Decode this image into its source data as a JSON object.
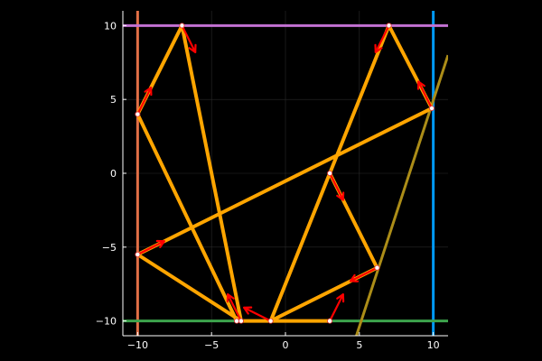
{
  "chart_data": {
    "type": "line",
    "title": "",
    "xlabel": "",
    "ylabel": "",
    "xlim": [
      -11,
      11
    ],
    "ylim": [
      -11,
      11
    ],
    "xticks": [
      -10,
      -5,
      0,
      5,
      10
    ],
    "xtick_labels": [
      "−10",
      "−5",
      "0",
      "5",
      "10"
    ],
    "yticks": [
      -10,
      -5,
      0,
      5,
      10
    ],
    "ytick_labels": [
      "−10",
      "−5",
      "0",
      "5",
      "10"
    ],
    "grid": true,
    "legend": "none",
    "background": "#000000",
    "walls": [
      {
        "color": "#e26f46",
        "points": [
          [
            -10,
            -11
          ],
          [
            -10,
            11
          ]
        ]
      },
      {
        "color": "#009af9",
        "points": [
          [
            10,
            -11
          ],
          [
            10,
            11
          ]
        ]
      },
      {
        "color": "#3da44d",
        "points": [
          [
            -11,
            -10
          ],
          [
            11,
            -10
          ]
        ]
      },
      {
        "color": "#c271d2",
        "points": [
          [
            -11,
            10
          ],
          [
            11,
            10
          ]
        ]
      },
      {
        "color": "#ac8d18",
        "points": [
          [
            4.8,
            -11
          ],
          [
            11,
            8
          ]
        ]
      }
    ],
    "trajectory": {
      "color": "#ffa500",
      "points": [
        [
          3,
          0
        ],
        [
          6.2,
          -6.4
        ],
        [
          -1,
          -10
        ],
        [
          7,
          10
        ],
        [
          9.9,
          4.4
        ],
        [
          -10,
          -5.5
        ],
        [
          -3,
          -10
        ],
        [
          -7,
          10
        ],
        [
          -10,
          4
        ],
        [
          -3.3,
          -10
        ],
        [
          3,
          -10
        ]
      ]
    },
    "bounce_points": {
      "marker_color": "#ffffff",
      "points": [
        [
          3,
          0
        ],
        [
          6.2,
          -6.4
        ],
        [
          -1,
          -10
        ],
        [
          7,
          10
        ],
        [
          9.9,
          4.4
        ],
        [
          -10,
          -5.5
        ],
        [
          -3,
          -10
        ],
        [
          -7,
          10
        ],
        [
          -10,
          4
        ],
        [
          -3.3,
          -10
        ],
        [
          3,
          -10
        ]
      ]
    },
    "velocity_arrows": {
      "color": "#ff0000",
      "segments": [
        [
          [
            3,
            0
          ],
          [
            3.9,
            -1.8
          ]
        ],
        [
          [
            6.2,
            -6.4
          ],
          [
            4.4,
            -7.3
          ]
        ],
        [
          [
            -1,
            -10
          ],
          [
            -2.8,
            -9.1
          ]
        ],
        [
          [
            7,
            10
          ],
          [
            6.1,
            8.2
          ]
        ],
        [
          [
            9.9,
            4.4
          ],
          [
            9.0,
            6.2
          ]
        ],
        [
          [
            -10,
            -5.5
          ],
          [
            -8.2,
            -4.6
          ]
        ],
        [
          [
            -3,
            -10
          ],
          [
            -3.9,
            -8.2
          ]
        ],
        [
          [
            -7,
            10
          ],
          [
            -6.1,
            8.2
          ]
        ],
        [
          [
            -10,
            4
          ],
          [
            -9.1,
            5.8
          ]
        ],
        [
          [
            3,
            -10
          ],
          [
            3.9,
            -8.2
          ]
        ]
      ]
    }
  }
}
